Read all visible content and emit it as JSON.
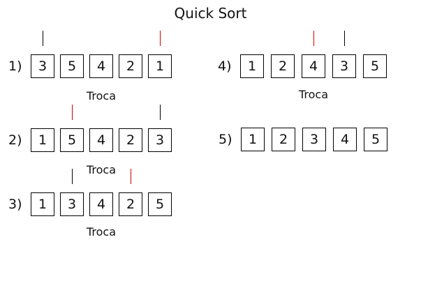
{
  "title": "Quick Sort",
  "swap_text": "Troca",
  "colors": {
    "pivot_marker": "#d40000",
    "scan_marker": "#000000"
  },
  "steps": [
    {
      "label": "1)",
      "values": [
        "3",
        "5",
        "4",
        "2",
        "1"
      ],
      "black_marker": 1,
      "red_marker": 5,
      "swap": true
    },
    {
      "label": "2)",
      "values": [
        "1",
        "5",
        "4",
        "2",
        "3"
      ],
      "black_marker": 5,
      "red_marker": 2,
      "swap": true
    },
    {
      "label": "3)",
      "values": [
        "1",
        "3",
        "4",
        "2",
        "5"
      ],
      "black_marker": 2,
      "red_marker": 4,
      "swap": true
    },
    {
      "label": "4)",
      "values": [
        "1",
        "2",
        "4",
        "3",
        "5"
      ],
      "black_marker": 4,
      "red_marker": 3,
      "swap": true
    },
    {
      "label": "5)",
      "values": [
        "1",
        "2",
        "3",
        "4",
        "5"
      ],
      "black_marker": null,
      "red_marker": null,
      "swap": false
    }
  ]
}
